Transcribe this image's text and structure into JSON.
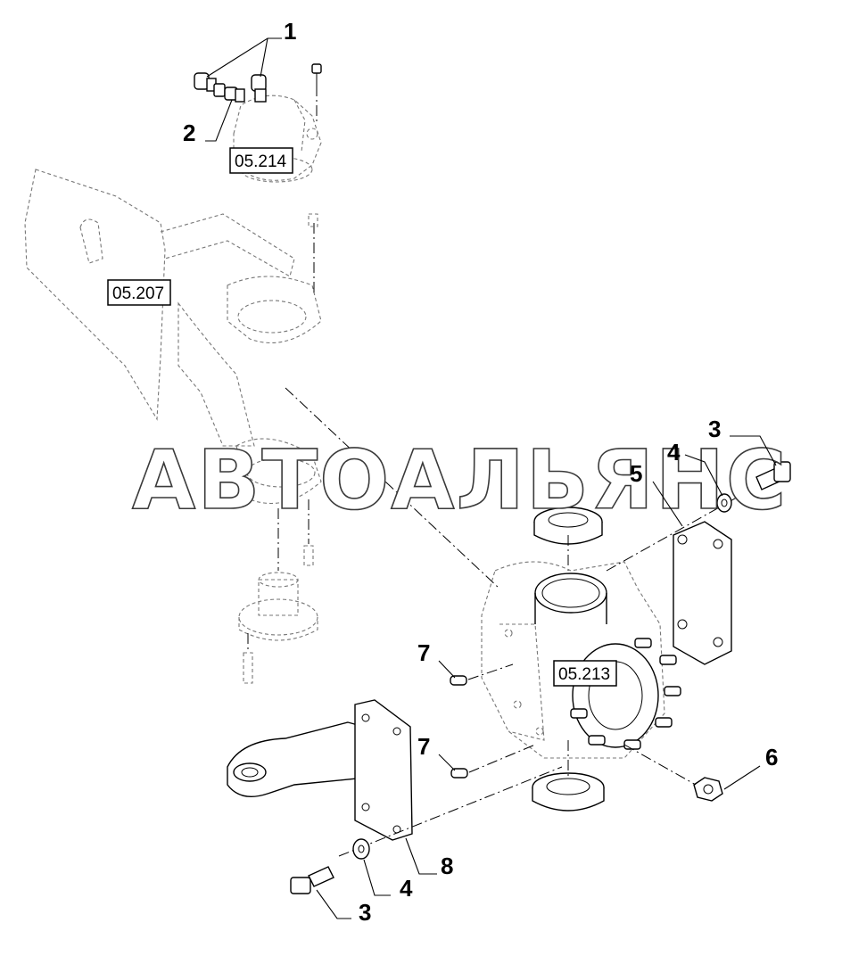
{
  "watermark": "АВТОАЛЬЯНС",
  "references": {
    "sensor_group": "05.214",
    "frame": "05.207",
    "housing": "05.213"
  },
  "callouts": {
    "c1": "1",
    "c2": "2",
    "c3_upper": "3",
    "c4_upper": "4",
    "c5": "5",
    "c6": "6",
    "c7_upper": "7",
    "c7_lower": "7",
    "c8": "8",
    "c4_lower": "4",
    "c3_lower": "3"
  }
}
